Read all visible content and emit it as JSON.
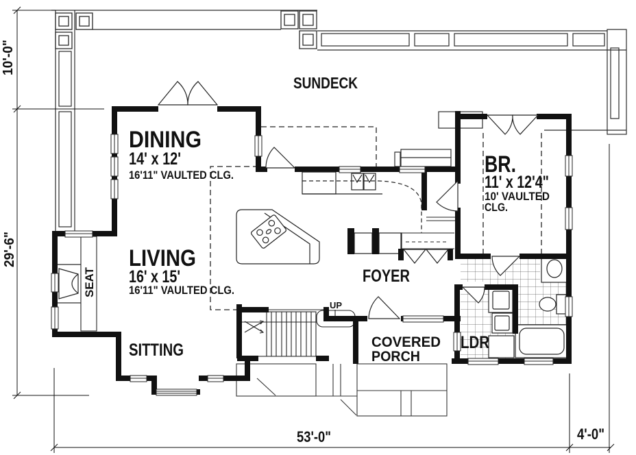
{
  "page": {
    "paper": "#ffffff",
    "ink": "#111111"
  },
  "rooms": {
    "sundeck": {
      "label": "SUNDECK"
    },
    "dining": {
      "label": "DINING",
      "size": "14' x 12'",
      "ceiling": "16'11\" VAULTED CLG."
    },
    "living": {
      "label": "LIVING",
      "size": "16' x 15'",
      "ceiling": "16'11\" VAULTED CLG."
    },
    "bedroom": {
      "label": "BR.",
      "size": "11' x 12'4\"",
      "ceiling_line1": "10'  VAULTED",
      "ceiling_line2": "CLG."
    },
    "foyer": {
      "label": "FOYER"
    },
    "sitting": {
      "label": "SITTING"
    },
    "covered_porch": {
      "label_line1": "COVERED",
      "label_line2": "PORCH"
    },
    "laundry": {
      "label": "LDR"
    },
    "seat": {
      "label": "SEAT"
    },
    "stairs": {
      "up": "UP"
    }
  },
  "dimensions": {
    "left_upper": "10'-0\"",
    "left_lower": "29'-6\"",
    "bottom_width": "53'-0\"",
    "bottom_right": "4'-0\""
  }
}
